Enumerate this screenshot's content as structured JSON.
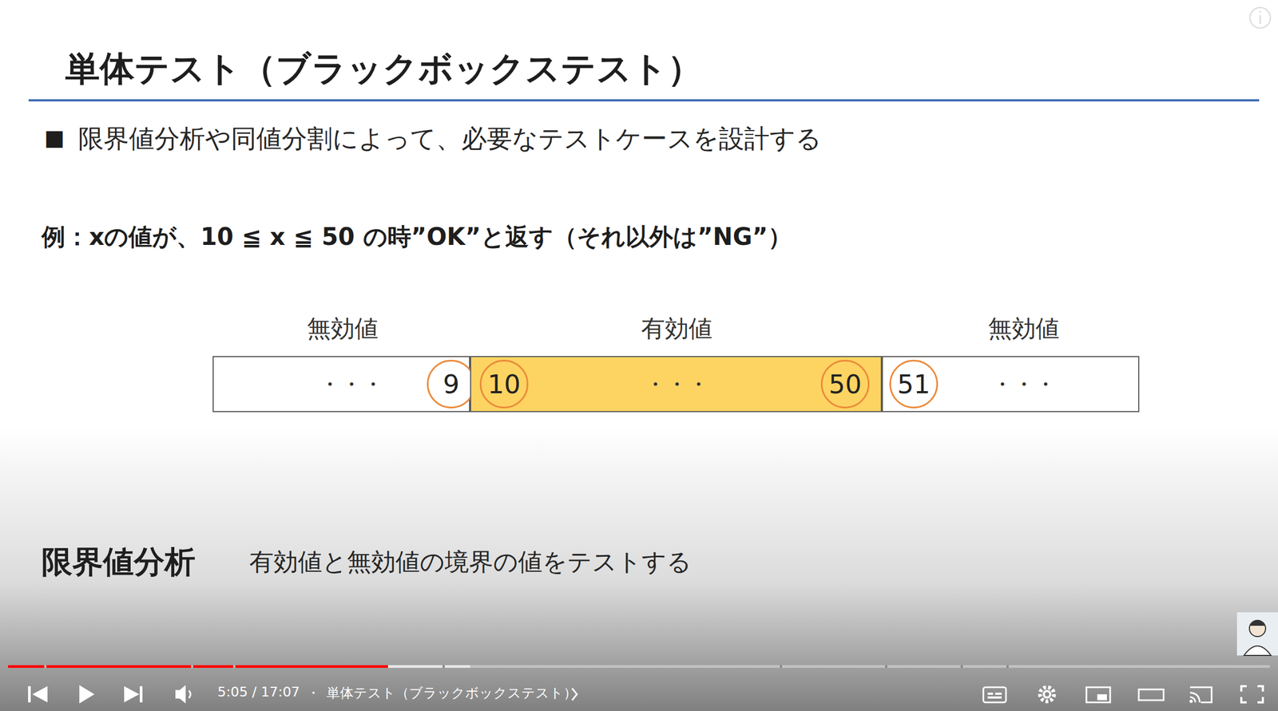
{
  "diagram": {
    "title": "単体テスト（ブラックボックステスト）",
    "nodes": [
      {
        "text": [
          "無効値",
          "・・・"
        ]
      },
      {
        "text": [
          "9"
        ],
        "in": 0
      },
      {
        "text": [
          "有効値",
          "・・・"
        ]
      },
      {
        "text": [
          "10"
        ],
        "in": 2
      },
      {
        "text": [
          "50"
        ],
        "in": 2
      },
      {
        "text": [
          "無効値",
          "・・・"
        ]
      },
      {
        "text": [
          "51"
        ],
        "in": 5
      }
    ],
    "edges": [],
    "labels": [
      "■",
      "限界値分析や同値分割によって、必要なテストケースを設計する",
      "例：xの値が、10 ≦ x ≦ 50 の時”OK”と返す（それ以外は”NG”）",
      "限界値分析",
      "有効値と無効値の境界の値をテストする",
      "5:05 / 17:07",
      "・",
      "単体テスト（ブラックボックステスト）"
    ]
  }
}
